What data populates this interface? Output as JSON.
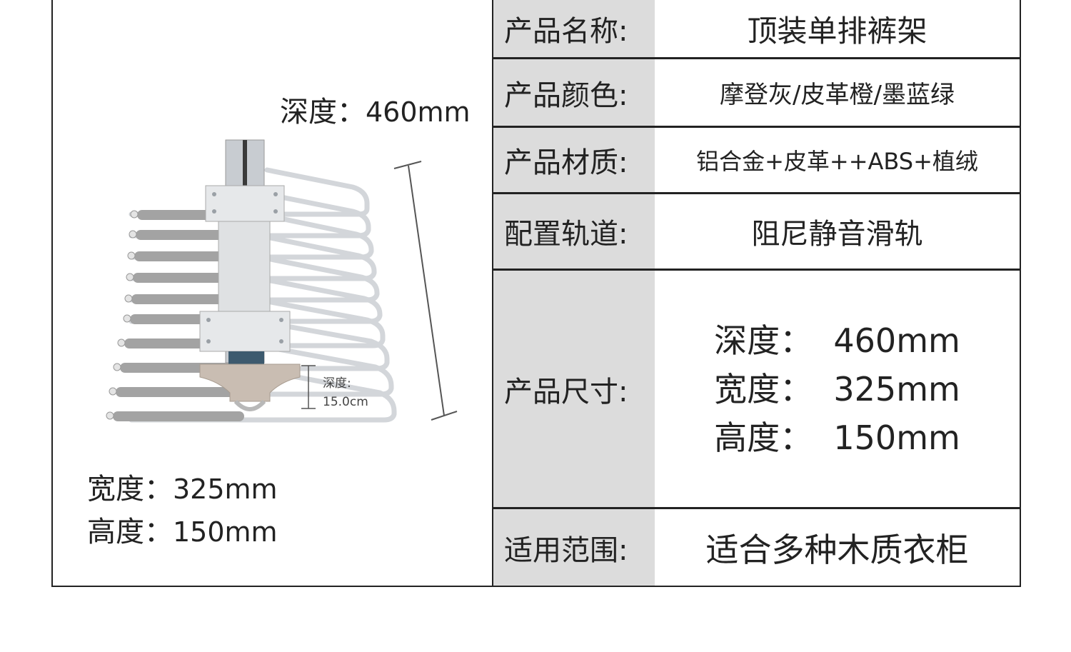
{
  "product_image": {
    "depth_label": "深度：",
    "depth_value": "460mm",
    "width_label": "宽度：",
    "width_value": "325mm",
    "height_label": "高度：",
    "height_value": "150mm",
    "inner_depth_label": "深度:",
    "inner_depth_value": "15.0cm"
  },
  "spec_table": {
    "rows": [
      {
        "label": "产品名称:",
        "value": "顶装单排裤架"
      },
      {
        "label": "产品颜色:",
        "value": "摩登灰/皮革橙/墨蓝绿"
      },
      {
        "label": "产品材质:",
        "value": "铝合金+皮革++ABS+植绒"
      },
      {
        "label": "配置轨道:",
        "value": "阻尼静音滑轨"
      },
      {
        "label": "产品尺寸:",
        "value_lines": [
          "深度：  460mm",
          "宽度：  325mm",
          "高度：  150mm"
        ]
      },
      {
        "label": "适用范围:",
        "value": "适合多种木质衣柜"
      }
    ]
  },
  "colors": {
    "label_bg": "#dcdcdc",
    "border": "#222222",
    "bar_gray": "#a0a0a0",
    "rail_silver": "#d8dadd",
    "plate_tan": "#c9bdb2"
  }
}
